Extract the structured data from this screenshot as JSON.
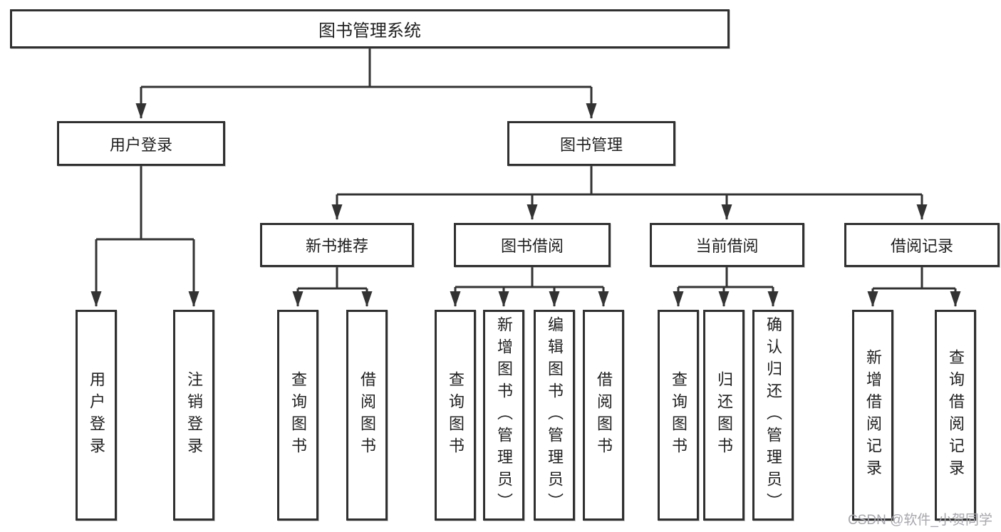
{
  "diagram": {
    "root": {
      "label": "图书管理系统"
    },
    "level2": [
      {
        "id": "user-login",
        "label": "用户登录"
      },
      {
        "id": "book-management",
        "label": "图书管理"
      }
    ],
    "level3": [
      {
        "id": "new-book-recommend",
        "label": "新书推荐",
        "parent": "图书管理"
      },
      {
        "id": "book-borrow",
        "label": "图书借阅",
        "parent": "图书管理"
      },
      {
        "id": "current-borrow",
        "label": "当前借阅",
        "parent": "图书管理"
      },
      {
        "id": "borrow-records",
        "label": "借阅记录",
        "parent": "图书管理"
      }
    ],
    "leaves": [
      {
        "label": "用户登录",
        "parent": "用户登录"
      },
      {
        "label": "注销登录",
        "parent": "用户登录"
      },
      {
        "label": "查询图书",
        "parent": "新书推荐"
      },
      {
        "label": "借阅图书",
        "parent": "新书推荐"
      },
      {
        "label": "查询图书",
        "parent": "图书借阅"
      },
      {
        "label": "新增图书（管理员）",
        "parent": "图书借阅"
      },
      {
        "label": "编辑图书（管理员）",
        "parent": "图书借阅"
      },
      {
        "label": "借阅图书",
        "parent": "图书借阅"
      },
      {
        "label": "查询图书",
        "parent": "当前借阅"
      },
      {
        "label": "归还图书",
        "parent": "当前借阅"
      },
      {
        "label": "确认归还（管理员）",
        "parent": "当前借阅"
      },
      {
        "label": "新增借阅记录",
        "parent": "借阅记录"
      },
      {
        "label": "查询借阅记录",
        "parent": "借阅记录"
      }
    ]
  },
  "watermark": {
    "text": "CSDN @软件_小贺同学"
  },
  "colors": {
    "line": "#333333",
    "border": "#303030",
    "text": "#212121",
    "background": "#ffffff",
    "watermark": "#a7a7ad"
  }
}
